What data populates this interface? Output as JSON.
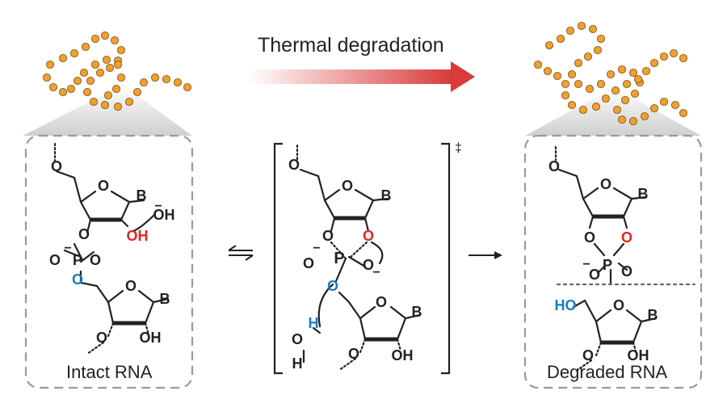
{
  "title": "Thermal degradation",
  "left_caption": "Intact RNA",
  "right_caption": "Degraded RNA",
  "transition_state_mark": "‡",
  "atoms": {
    "O": "O",
    "B": "B",
    "P": "P",
    "OH": "OH",
    "HO": "HO",
    "H": "H",
    "hydroxide": "OH",
    "minus": "−"
  },
  "colors": {
    "bead": "#f0a030",
    "bead_edge": "#8a5a1a",
    "arrow": "#d93a3a",
    "red_atom": "#e52420",
    "blue_atom": "#1a7cc4",
    "panel_border": "#9a9a9a",
    "text": "#222222"
  }
}
